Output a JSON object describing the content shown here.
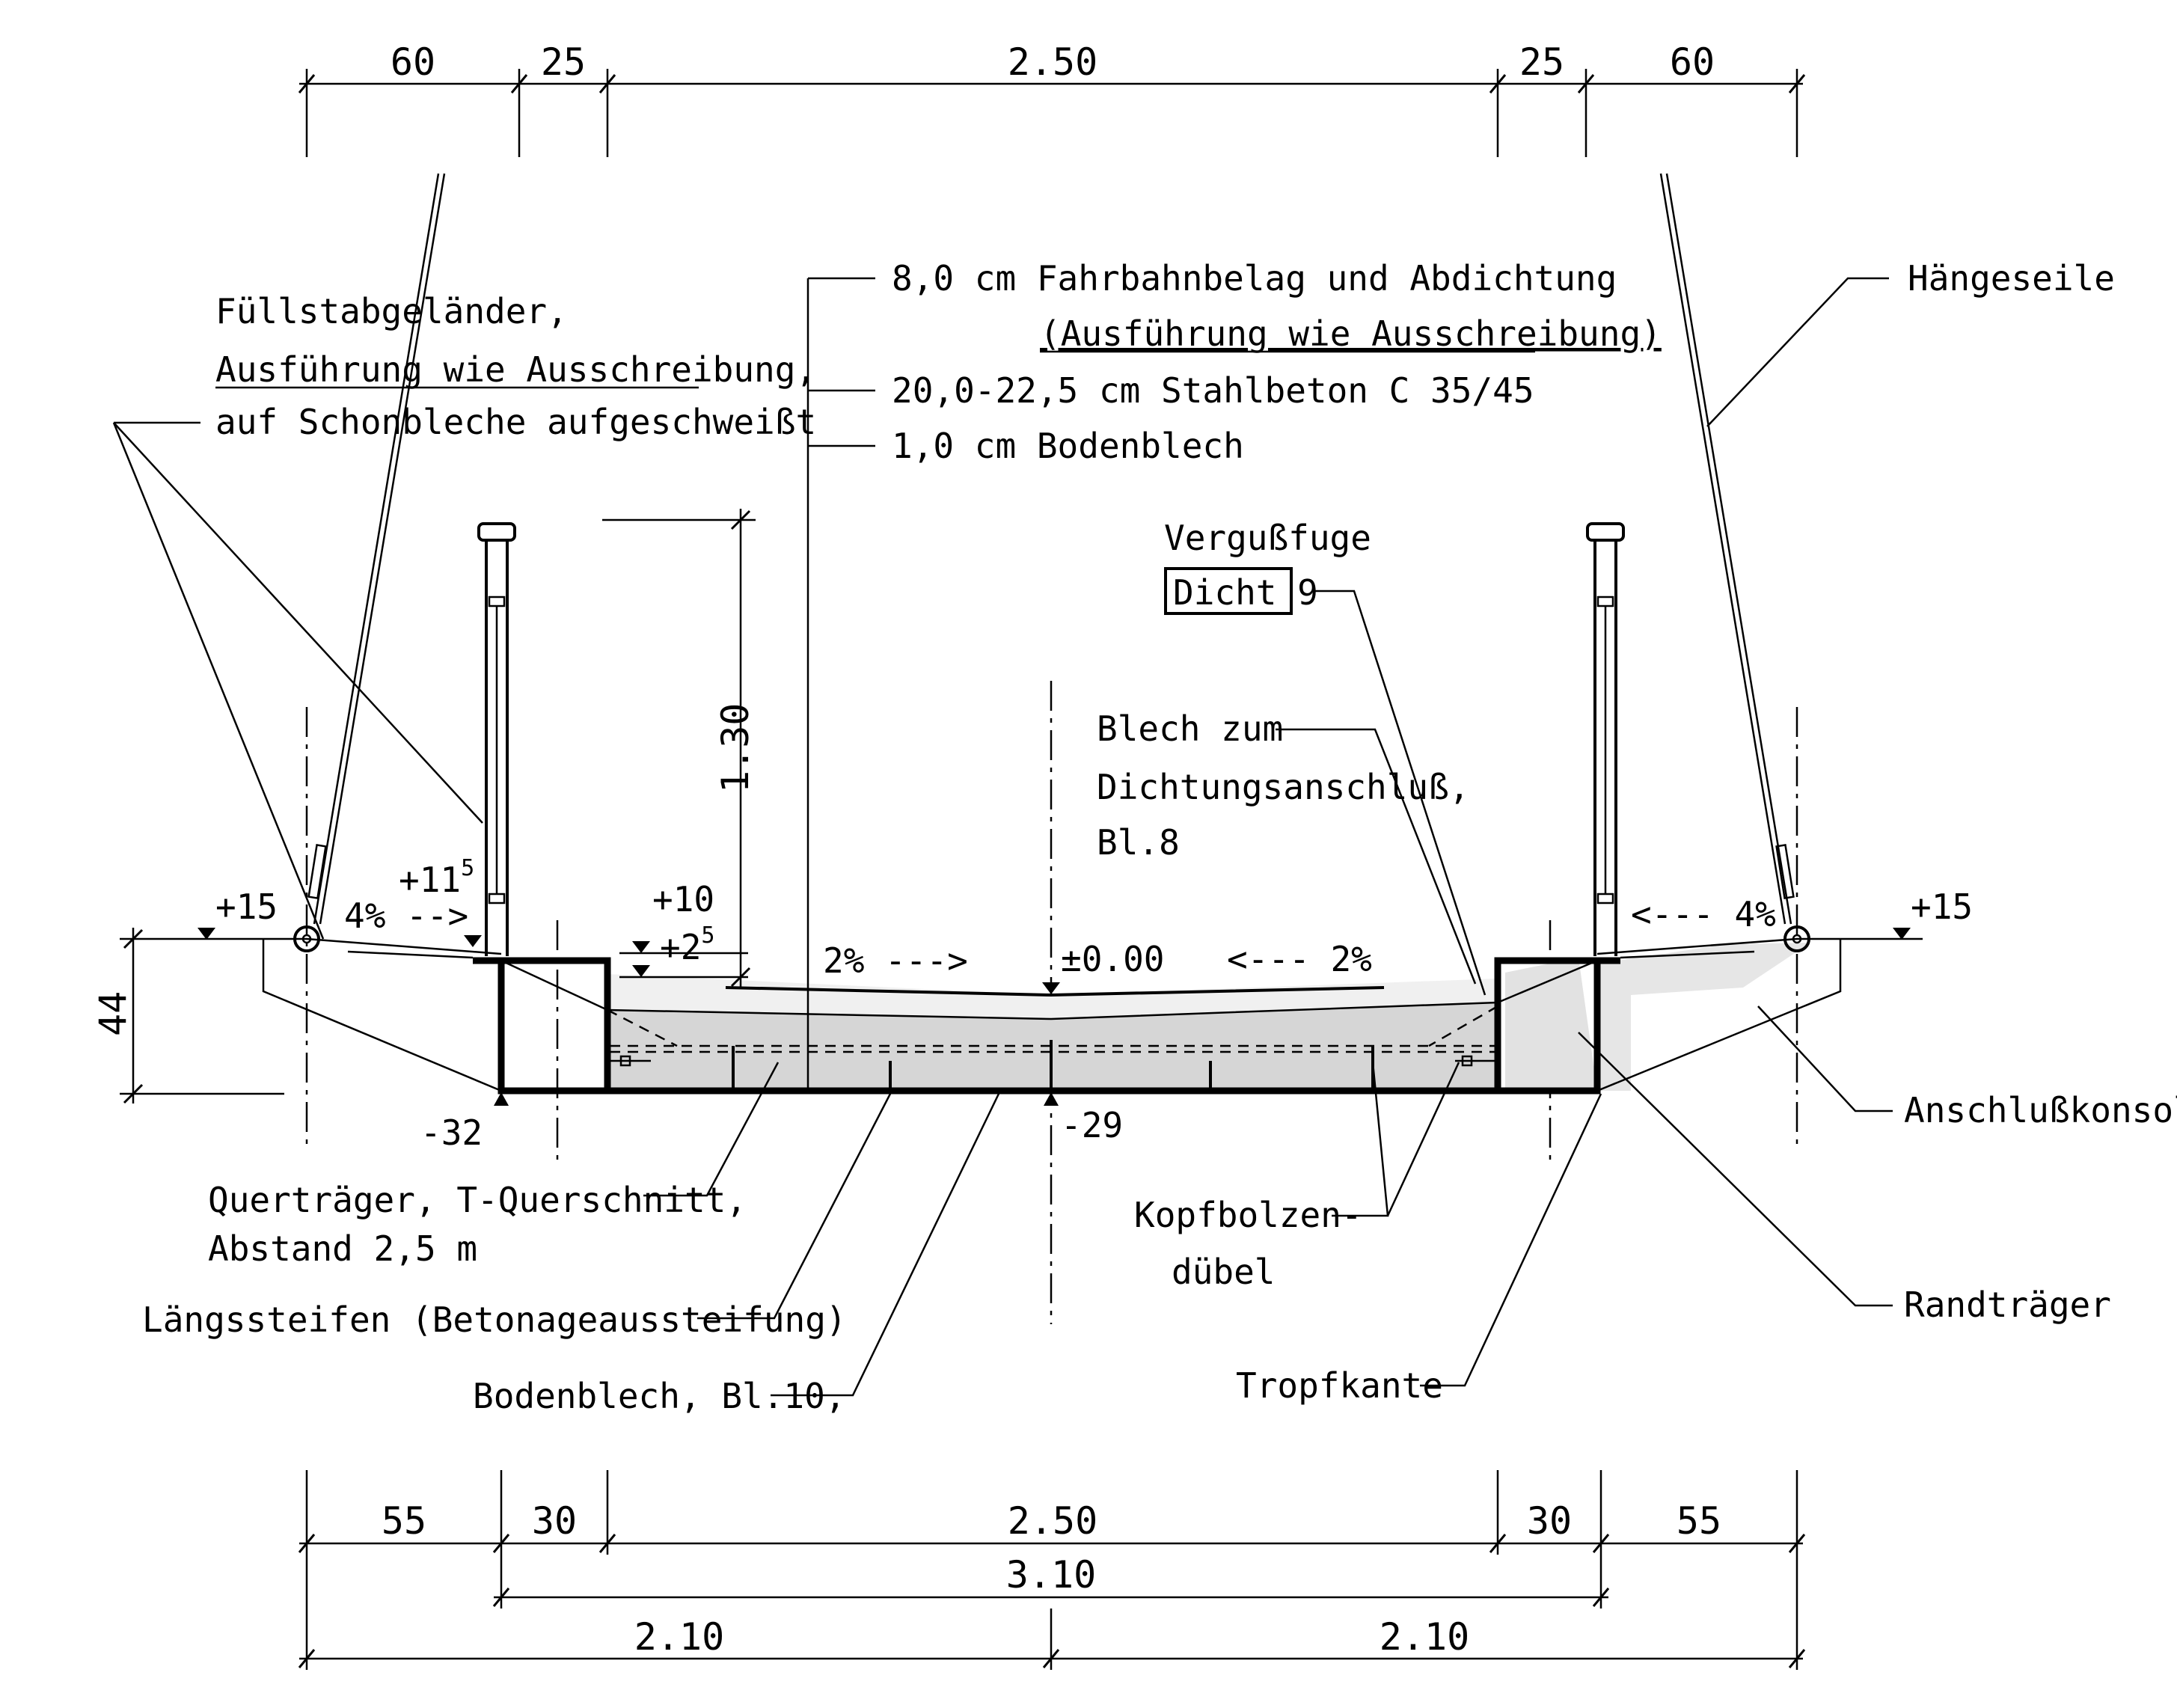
{
  "dimensions_top": {
    "d1": "60",
    "d2": "25",
    "d3": "2.50",
    "d4": "25",
    "d5": "60"
  },
  "dimensions_bottom": {
    "d1": "55",
    "d2": "30",
    "d3": "2.50",
    "d4": "30",
    "d5": "55",
    "total": "3.10",
    "half_left": "2.10",
    "half_right": "2.10"
  },
  "vertical_dims": {
    "railing_height": "1.30",
    "depth": "44"
  },
  "levels": {
    "left_edge": "+15",
    "left_curb": "+11",
    "left_curb_sup": "5",
    "inner_top": "+10",
    "inner_low": "+2",
    "inner_low_sup": "5",
    "center": "±0.00",
    "left_bottom": "-32",
    "center_bottom": "-29",
    "right_edge": "+15"
  },
  "slopes": {
    "left_outer": "4%  -->",
    "left_inner": "2%  --->",
    "right_inner": "<---  2%",
    "right_outer": "<---  4%"
  },
  "layers": {
    "line1": "8,0 cm Fahrbahnbelag und Abdichtung",
    "line2": "(Ausführung wie Ausschreibung)",
    "line3": "20,0-22,5 cm Stahlbeton C 35/45",
    "line4": "1,0 cm Bodenblech"
  },
  "labels": {
    "railing_1": "Füllstabgeländer,",
    "railing_2": "Ausführung wie Ausschreibung,",
    "railing_3": "auf Schonbleche aufgeschweißt",
    "hanger": "Hängeseile",
    "joint_1": "Vergußfuge",
    "joint_2": "Dicht 9",
    "sheet_1": "Blech zum",
    "sheet_2": "Dichtungsanschluß,",
    "sheet_3": "Bl.8",
    "bracket": "Anschlußkonsole",
    "crossbeam_1": "Querträger, T-Querschnitt,",
    "crossbeam_2": "Abstand 2,5 m",
    "stiffener": "Längssteifen (Betonageaussteifung)",
    "bottom_plate": "Bodenblech, Bl.10,",
    "studs_1": "Kopfbolzen-",
    "studs_2": "dübel",
    "edge_girder": "Randträger",
    "drip": "Tropfkante"
  }
}
